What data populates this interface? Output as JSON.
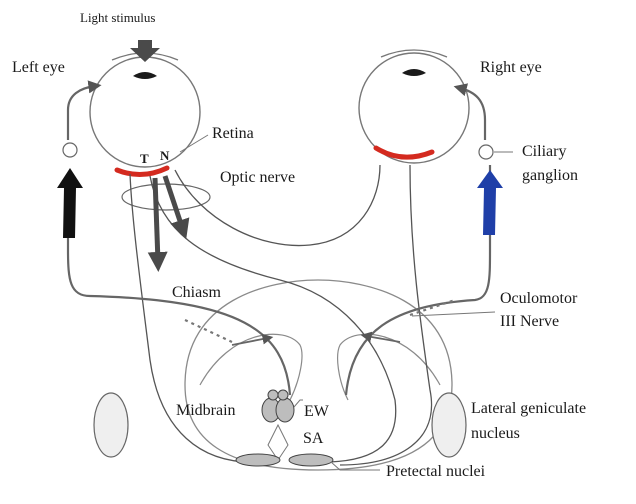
{
  "labels": {
    "light_stimulus": "Light stimulus",
    "left_eye": "Left eye",
    "right_eye": "Right eye",
    "retina": "Retina",
    "optic_nerve": "Optic nerve",
    "ciliary_ganglion_line1": "Ciliary",
    "ciliary_ganglion_line2": "ganglion",
    "temporal": "T",
    "nasal": "N",
    "chiasm": "Chiasm",
    "oculomotor_line1": "Oculomotor",
    "oculomotor_line2": "III Nerve",
    "lgn_line1": "Lateral geniculate",
    "lgn_line2": "nucleus",
    "midbrain": "Midbrain",
    "ew": "EW",
    "sa": "SA",
    "pretectal": "Pretectal nuclei"
  },
  "colors": {
    "retina": "#d42a1f",
    "efferent_left": "#111111",
    "efferent_right": "#1f3fa8",
    "pathway": "#555555",
    "outline": "#888888",
    "nucleus_fill": "#d9d9d9"
  }
}
